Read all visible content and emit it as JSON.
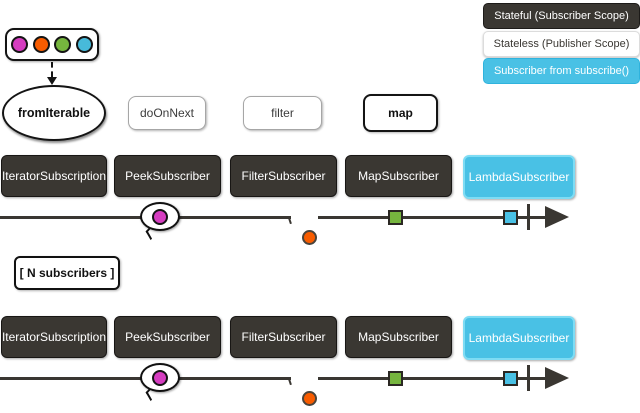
{
  "legend": {
    "items": [
      {
        "label": "Stateful (Subscriber Scope)",
        "style": "dark"
      },
      {
        "label": "Stateless (Publisher Scope)",
        "style": "light"
      },
      {
        "label": "Subscriber from subscribe()",
        "style": "blue"
      }
    ]
  },
  "source": {
    "operator_label": "fromIterable",
    "marble_colors": [
      "magenta",
      "orange",
      "green",
      "blue"
    ]
  },
  "operators": [
    {
      "label": "doOnNext"
    },
    {
      "label": "filter"
    },
    {
      "label": "map"
    }
  ],
  "subscribers": {
    "items": [
      {
        "label": "IteratorSubscription",
        "style": "dark"
      },
      {
        "label": "PeekSubscriber",
        "style": "dark"
      },
      {
        "label": "FilterSubscriber",
        "style": "dark"
      },
      {
        "label": "MapSubscriber",
        "style": "dark"
      },
      {
        "label": "LambdaSubscriber",
        "style": "blue"
      }
    ]
  },
  "note": {
    "label": "[ N subscribers ]"
  },
  "timeline": {
    "events": [
      {
        "type": "bubble-circle",
        "color_name": "magenta"
      },
      {
        "type": "dropped-circle",
        "color_name": "orange"
      },
      {
        "type": "square",
        "color_name": "green"
      },
      {
        "type": "square",
        "color_name": "blue"
      },
      {
        "type": "complete-bar"
      }
    ]
  },
  "colors": {
    "dark-box": "#3a3732",
    "blue-box": "#49c1e5",
    "blue-border": "#7edcf4",
    "line": "#3a3732",
    "green": "#76b53e",
    "orange": "#f85c00",
    "magenta": "#d53dc0",
    "marble-blue": "#47bada"
  }
}
